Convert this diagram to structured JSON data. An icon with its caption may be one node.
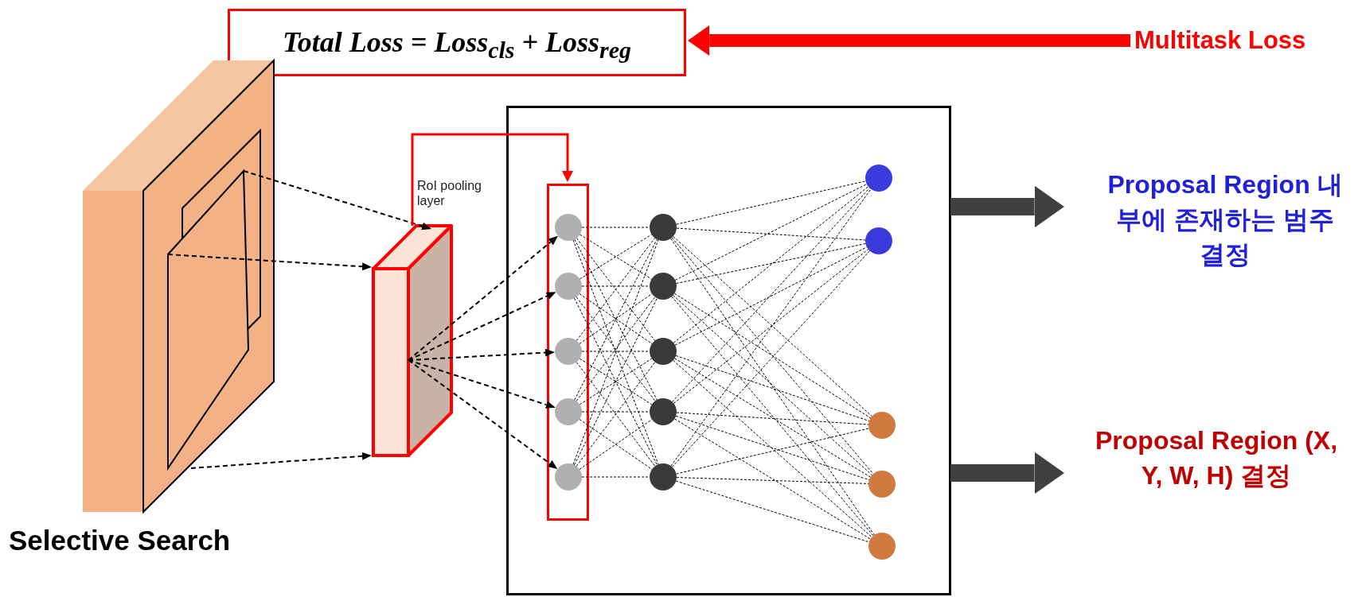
{
  "diagram": {
    "nodes": [
      {
        "text": [
          "Total Loss = Loss$_{cls}$ + Loss$_{reg}$"
        ]
      },
      {
        "text": [
          "Multitask Loss"
        ]
      },
      {
        "text": [],
        "shape": "box",
        "beside": [
          "Selective Search"
        ]
      },
      {
        "text": [
          "RoI pooling layer"
        ]
      },
      {
        "text": [],
        "shape": "box"
      },
      {
        "text": [],
        "shape": "box",
        "in": 4
      },
      {
        "text": [],
        "shape": "circle",
        "in": 5
      },
      {
        "text": [],
        "shape": "circle",
        "in": 5
      },
      {
        "text": [],
        "shape": "circle",
        "in": 5
      },
      {
        "text": [],
        "shape": "circle",
        "in": 5
      },
      {
        "text": [],
        "shape": "circle",
        "in": 5
      },
      {
        "text": [],
        "shape": "circle",
        "in": 4
      },
      {
        "text": [],
        "shape": "circle",
        "in": 4
      },
      {
        "text": [],
        "shape": "circle",
        "in": 4
      },
      {
        "text": [],
        "shape": "circle",
        "in": 4
      },
      {
        "text": [],
        "shape": "circle",
        "in": 4
      },
      {
        "text": [],
        "shape": "circle",
        "in": 4
      },
      {
        "text": [],
        "shape": "circle",
        "in": 4
      },
      {
        "text": [],
        "shape": "circle",
        "in": 4
      },
      {
        "text": [],
        "shape": "circle",
        "in": 4
      },
      {
        "text": [],
        "shape": "circle",
        "in": 4
      },
      {
        "text": [
          "Proposal Region 내부에 존재하는 범주 결정"
        ]
      },
      {
        "text": [
          "Proposal Region (X, Y, W, H) 결정"
        ]
      }
    ],
    "edges": [
      {
        "from": 1,
        "to": 0,
        "arrow": "to",
        "style": "thick",
        "color": "#ff0000"
      },
      {
        "from": 2,
        "to": 3,
        "arrow": "to",
        "style": "dashed"
      },
      {
        "from": 2,
        "to": 3,
        "arrow": "to",
        "style": "dashed"
      },
      {
        "from": 2,
        "to": 3,
        "arrow": "to",
        "style": "dashed"
      },
      {
        "from": 3,
        "to": 5,
        "arrow": "to",
        "color": "#ff0000"
      },
      {
        "from": 3,
        "to": 6,
        "arrow": "to",
        "style": "dashed"
      },
      {
        "from": 3,
        "to": 7,
        "arrow": "to",
        "style": "dashed"
      },
      {
        "from": 3,
        "to": 8,
        "arrow": "to",
        "style": "dashed"
      },
      {
        "from": 3,
        "to": 9,
        "arrow": "to",
        "style": "dashed"
      },
      {
        "from": 3,
        "to": 10,
        "arrow": "to",
        "style": "dashed"
      },
      {
        "from": 6,
        "to": 11,
        "arrow": "none",
        "style": "dashed"
      },
      {
        "from": 6,
        "to": 12,
        "arrow": "none",
        "style": "dashed"
      },
      {
        "from": 6,
        "to": 13,
        "arrow": "none",
        "style": "dashed"
      },
      {
        "from": 6,
        "to": 14,
        "arrow": "none",
        "style": "dashed"
      },
      {
        "from": 6,
        "to": 15,
        "arrow": "none",
        "style": "dashed"
      },
      {
        "from": 7,
        "to": 11,
        "arrow": "none",
        "style": "dashed"
      },
      {
        "from": 7,
        "to": 12,
        "arrow": "none",
        "style": "dashed"
      },
      {
        "from": 7,
        "to": 13,
        "arrow": "none",
        "style": "dashed"
      },
      {
        "from": 7,
        "to": 14,
        "arrow": "none",
        "style": "dashed"
      },
      {
        "from": 7,
        "to": 15,
        "arrow": "none",
        "style": "dashed"
      },
      {
        "from": 8,
        "to": 11,
        "arrow": "none",
        "style": "dashed"
      },
      {
        "from": 8,
        "to": 12,
        "arrow": "none",
        "style": "dashed"
      },
      {
        "from": 8,
        "to": 13,
        "arrow": "none",
        "style": "dashed"
      },
      {
        "from": 8,
        "to": 14,
        "arrow": "none",
        "style": "dashed"
      },
      {
        "from": 8,
        "to": 15,
        "arrow": "none",
        "style": "dashed"
      },
      {
        "from": 9,
        "to": 11,
        "arrow": "none",
        "style": "dashed"
      },
      {
        "from": 9,
        "to": 12,
        "arrow": "none",
        "style": "dashed"
      },
      {
        "from": 9,
        "to": 13,
        "arrow": "none",
        "style": "dashed"
      },
      {
        "from": 9,
        "to": 14,
        "arrow": "none",
        "style": "dashed"
      },
      {
        "from": 9,
        "to": 15,
        "arrow": "none",
        "style": "dashed"
      },
      {
        "from": 10,
        "to": 11,
        "arrow": "none",
        "style": "dashed"
      },
      {
        "from": 10,
        "to": 12,
        "arrow": "none",
        "style": "dashed"
      },
      {
        "from": 10,
        "to": 13,
        "arrow": "none",
        "style": "dashed"
      },
      {
        "from": 10,
        "to": 14,
        "arrow": "none",
        "style": "dashed"
      },
      {
        "from": 10,
        "to": 15,
        "arrow": "none",
        "style": "dashed"
      },
      {
        "from": 11,
        "to": 16,
        "arrow": "none",
        "style": "dashed"
      },
      {
        "from": 11,
        "to": 17,
        "arrow": "none",
        "style": "dashed"
      },
      {
        "from": 11,
        "to": 18,
        "arrow": "none",
        "style": "dashed"
      },
      {
        "from": 11,
        "to": 19,
        "arrow": "none",
        "style": "dashed"
      },
      {
        "from": 11,
        "to": 20,
        "arrow": "none",
        "style": "dashed"
      },
      {
        "from": 12,
        "to": 16,
        "arrow": "none",
        "style": "dashed"
      },
      {
        "from": 12,
        "to": 17,
        "arrow": "none",
        "style": "dashed"
      },
      {
        "from": 12,
        "to": 18,
        "arrow": "none",
        "style": "dashed"
      },
      {
        "from": 12,
        "to": 19,
        "arrow": "none",
        "style": "dashed"
      },
      {
        "from": 12,
        "to": 20,
        "arrow": "none",
        "style": "dashed"
      },
      {
        "from": 13,
        "to": 16,
        "arrow": "none",
        "style": "dashed"
      },
      {
        "from": 13,
        "to": 17,
        "arrow": "none",
        "style": "dashed"
      },
      {
        "from": 13,
        "to": 18,
        "arrow": "none",
        "style": "dashed"
      },
      {
        "from": 13,
        "to": 19,
        "arrow": "none",
        "style": "dashed"
      },
      {
        "from": 13,
        "to": 20,
        "arrow": "none",
        "style": "dashed"
      },
      {
        "from": 14,
        "to": 16,
        "arrow": "none",
        "style": "dashed"
      },
      {
        "from": 14,
        "to": 17,
        "arrow": "none",
        "style": "dashed"
      },
      {
        "from": 14,
        "to": 18,
        "arrow": "none",
        "style": "dashed"
      },
      {
        "from": 14,
        "to": 19,
        "arrow": "none",
        "style": "dashed"
      },
      {
        "from": 14,
        "to": 20,
        "arrow": "none",
        "style": "dashed"
      },
      {
        "from": 15,
        "to": 16,
        "arrow": "none",
        "style": "dashed"
      },
      {
        "from": 15,
        "to": 17,
        "arrow": "none",
        "style": "dashed"
      },
      {
        "from": 15,
        "to": 18,
        "arrow": "none",
        "style": "dashed"
      },
      {
        "from": 15,
        "to": 19,
        "arrow": "none",
        "style": "dashed"
      },
      {
        "from": 15,
        "to": 20,
        "arrow": "none",
        "style": "dashed"
      },
      {
        "from": 4,
        "to": 21,
        "arrow": "to",
        "style": "thick",
        "color": "#404040"
      },
      {
        "from": 4,
        "to": 22,
        "arrow": "to",
        "style": "thick",
        "color": "#404040"
      }
    ]
  }
}
